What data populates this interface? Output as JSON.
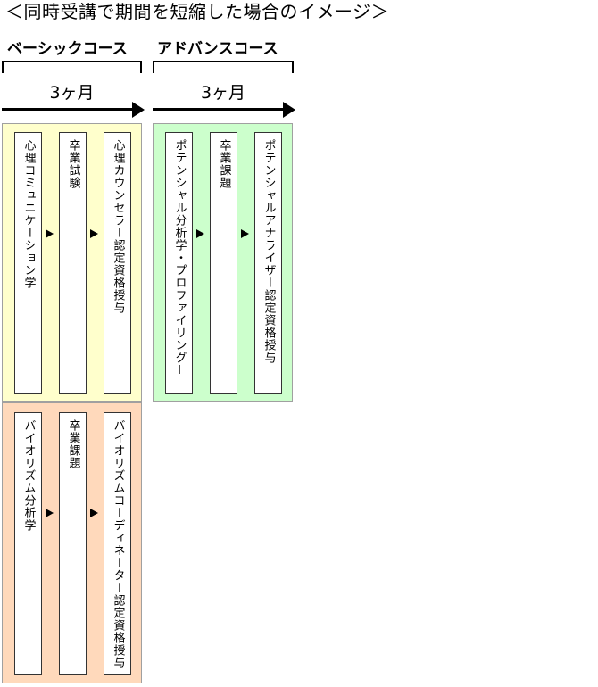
{
  "title": "＜同時受講で期間を短縮した場合のイメージ＞",
  "courses": {
    "basic": {
      "label": "ベーシックコース",
      "duration": "3ヶ月"
    },
    "advanced": {
      "label": "アドバンスコース",
      "duration": "3ヶ月"
    }
  },
  "tracks": {
    "psychology": [
      "心理コミュニケーション学",
      "卒業試験",
      "心理カウンセラー認定資格授与"
    ],
    "biorhythm": [
      "バイオリズム分析学",
      "卒業課題",
      "バイオリズムコーディネーター認定資格授与"
    ],
    "advanced": [
      "ポテンシャル分析学・プロファイリングⅠ",
      "卒業課題",
      "ポテンシャルアナライザー認定資格授与"
    ]
  },
  "colors": {
    "basic_psychology_panel": "#ffffcc",
    "basic_biorhythm_panel": "#ffd9bb",
    "advanced_panel": "#ccffcc"
  },
  "icons": {
    "step_connector": "triangle-right-icon",
    "timeline": "arrow-right-icon"
  }
}
